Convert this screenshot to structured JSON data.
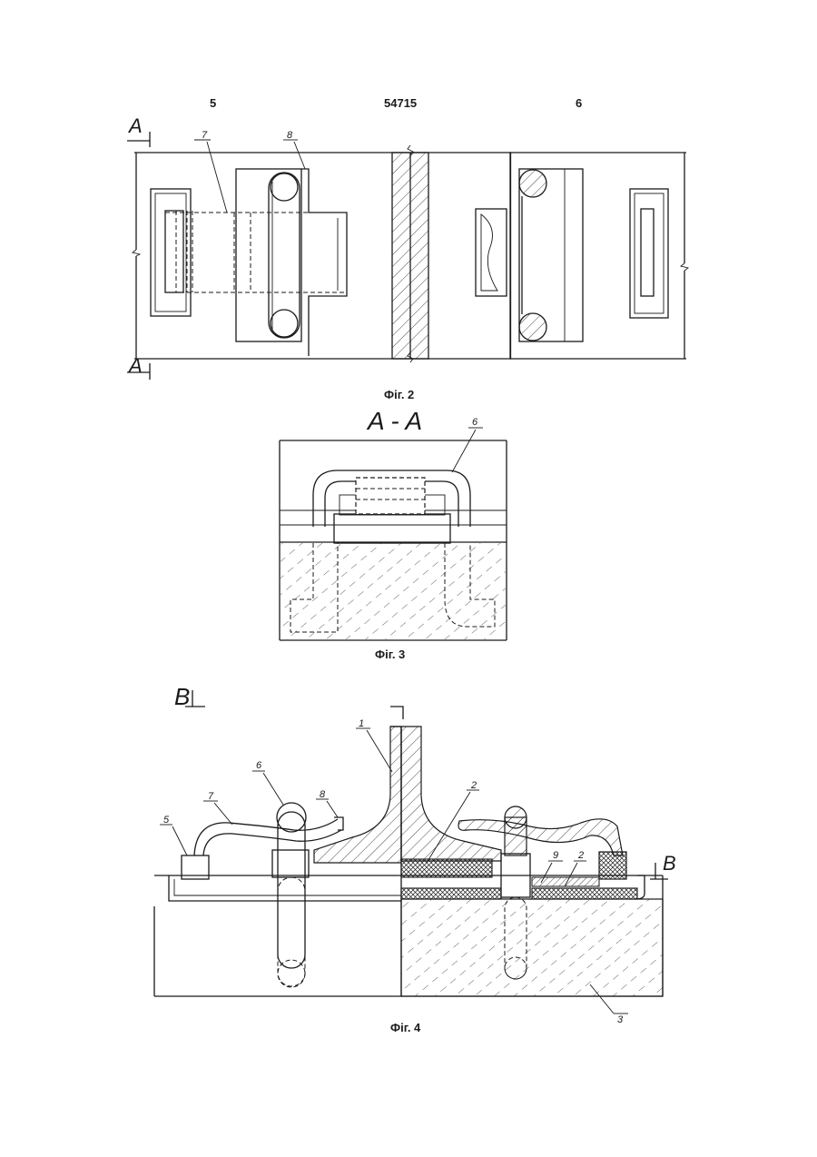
{
  "header": {
    "page_left": "5",
    "patent_number": "54715",
    "page_right": "6"
  },
  "fig2": {
    "caption": "Фіг. 2",
    "section_mark_top": "A",
    "section_mark_bottom": "A",
    "labels": {
      "l7": "7",
      "l8": "8"
    }
  },
  "fig3": {
    "caption": "Фіг. 3",
    "section_title": "A - A",
    "labels": {
      "l6": "6"
    }
  },
  "fig4": {
    "caption": "Фіг. 4",
    "section_mark_left": "B",
    "section_mark_right": "B",
    "labels": {
      "l1": "1",
      "l2a": "2",
      "l2b": "2",
      "l3": "3",
      "l5": "5",
      "l6": "6",
      "l7": "7",
      "l8": "8",
      "l9": "9"
    }
  }
}
